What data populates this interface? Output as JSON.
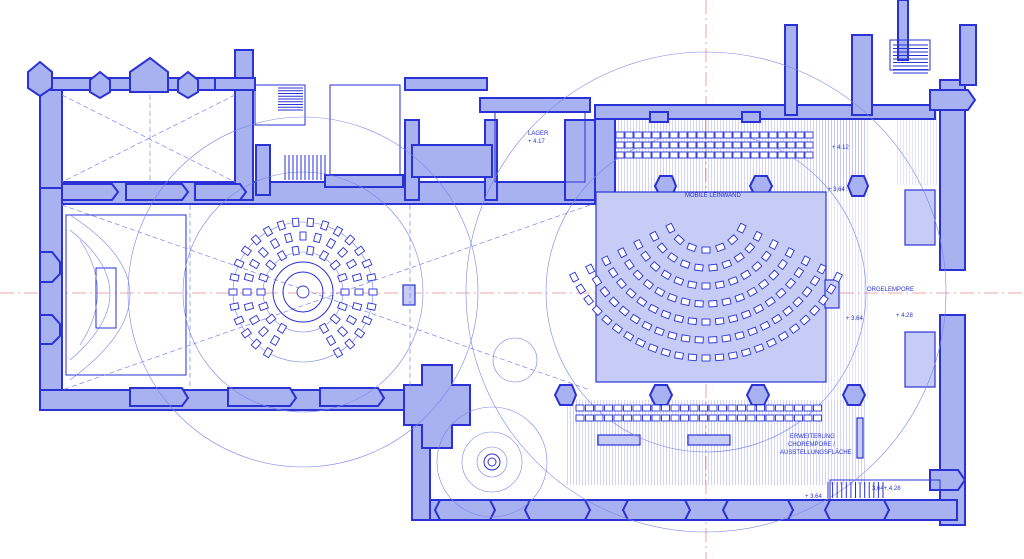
{
  "labels": {
    "lager": "LAGER",
    "mobile_leinwand": "MOBILE LEINWAND",
    "orgelempore": "ORGELEMPORE",
    "erweiterung_line1": "ERWEITERUNG",
    "erweiterung_line2": "CHOREMPORE /",
    "erweiterung_line3": "AUSSTELLUNGSFLÄCHE"
  },
  "levels": {
    "lager_level": "+ 4.17",
    "level_top": "+ 4.12",
    "level_screen": "+ 3.64",
    "level_right": "+ 4.28",
    "level_center": "+ 3.64",
    "level_bottom": "+ 3.64",
    "stair_bottom": "3,64+,4,28"
  },
  "colors": {
    "wall_fill": "#a9b2f0",
    "line": "#2a32d6",
    "axis": "#e88e8e"
  }
}
